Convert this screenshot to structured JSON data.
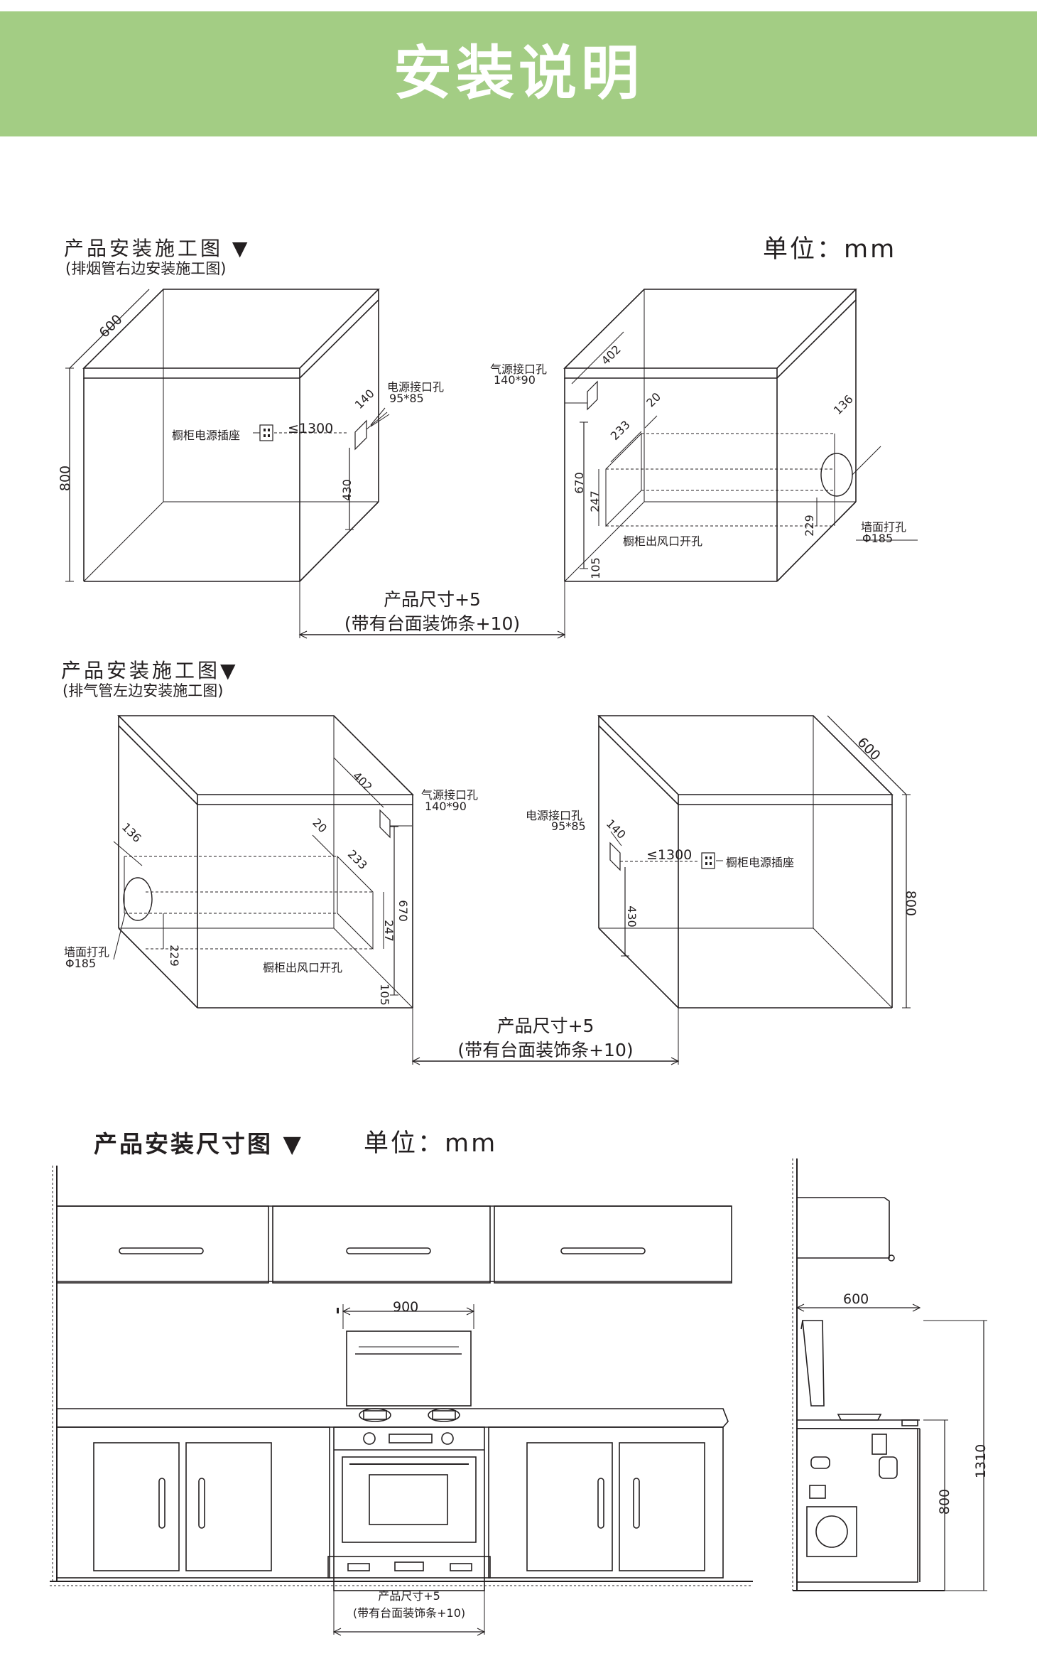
{
  "banner": {
    "title": "安装说明"
  },
  "section1": {
    "heading": "产品安装施工图 ▼",
    "subheading": "(排烟管右边安装施工图)",
    "unit": "单位：mm",
    "labels": {
      "depth": "600",
      "height": "800",
      "socket": "橱柜电源插座",
      "socket_dist": "≤1300",
      "power_hole": "电源接口孔",
      "power_hole_size": "95*85",
      "power_140": "140",
      "power_430": "430",
      "gas_hole": "气源接口孔",
      "gas_hole_size": "140*90",
      "gas_402": "402",
      "d20": "20",
      "d233": "233",
      "d136": "136",
      "d670": "670",
      "d247": "247",
      "d105": "105",
      "d229": "229",
      "vent_hole": "橱柜出风口开孔",
      "wall_hole": "墙面打孔",
      "wall_hole_size": "Φ185",
      "product_size": "产品尺寸+5",
      "product_size_note": "(带有台面装饰条+10)"
    }
  },
  "section2": {
    "heading": "产品安装施工图▼",
    "subheading": "(排气管左边安装施工图)",
    "labels": {
      "gas_402": "402",
      "gas_hole": "气源接口孔",
      "gas_hole_size": "140*90",
      "d136": "136",
      "d20": "20",
      "d233": "233",
      "d670": "670",
      "d247": "247",
      "d105": "105",
      "d229": "229",
      "wall_hole": "墙面打孔",
      "wall_hole_size": "Φ185",
      "vent_hole": "橱柜出风口开孔",
      "power_hole": "电源接口孔",
      "power_hole_size": "95*85",
      "power_140": "140",
      "power_430": "430",
      "socket_dist": "≤1300",
      "socket": "橱柜电源插座",
      "depth": "600",
      "height": "800",
      "product_size": "产品尺寸+5",
      "product_size_note": "(带有台面装饰条+10)"
    }
  },
  "section3": {
    "heading": "产品安装尺寸图 ▼",
    "unit": "单位：mm",
    "labels": {
      "width": "900",
      "depth": "600",
      "height_800": "800",
      "height_1310": "1310",
      "product_size": "产品尺寸+5",
      "product_size_note": "(带有台面装饰条+10)"
    }
  }
}
